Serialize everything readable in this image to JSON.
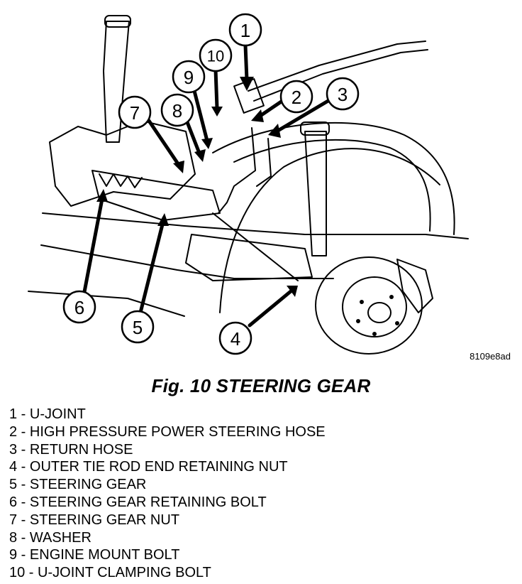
{
  "figure": {
    "code": "8109e8ad",
    "caption": "Fig. 10 STEERING GEAR",
    "callouts": [
      {
        "id": "1"
      },
      {
        "id": "2"
      },
      {
        "id": "3"
      },
      {
        "id": "4"
      },
      {
        "id": "5"
      },
      {
        "id": "6"
      },
      {
        "id": "7"
      },
      {
        "id": "8"
      },
      {
        "id": "9"
      },
      {
        "id": "10"
      }
    ]
  },
  "legend": [
    {
      "num": "1",
      "text": "U-JOINT"
    },
    {
      "num": "2",
      "text": "HIGH PRESSURE POWER STEERING HOSE"
    },
    {
      "num": "3",
      "text": "RETURN HOSE"
    },
    {
      "num": "4",
      "text": "OUTER TIE ROD END RETAINING NUT"
    },
    {
      "num": "5",
      "text": "STEERING GEAR"
    },
    {
      "num": "6",
      "text": "STEERING GEAR RETAINING BOLT"
    },
    {
      "num": "7",
      "text": "STEERING GEAR NUT"
    },
    {
      "num": "8",
      "text": "WASHER"
    },
    {
      "num": "9",
      "text": "ENGINE MOUNT BOLT"
    },
    {
      "num": "10",
      "text": "U-JOINT CLAMPING BOLT"
    }
  ]
}
